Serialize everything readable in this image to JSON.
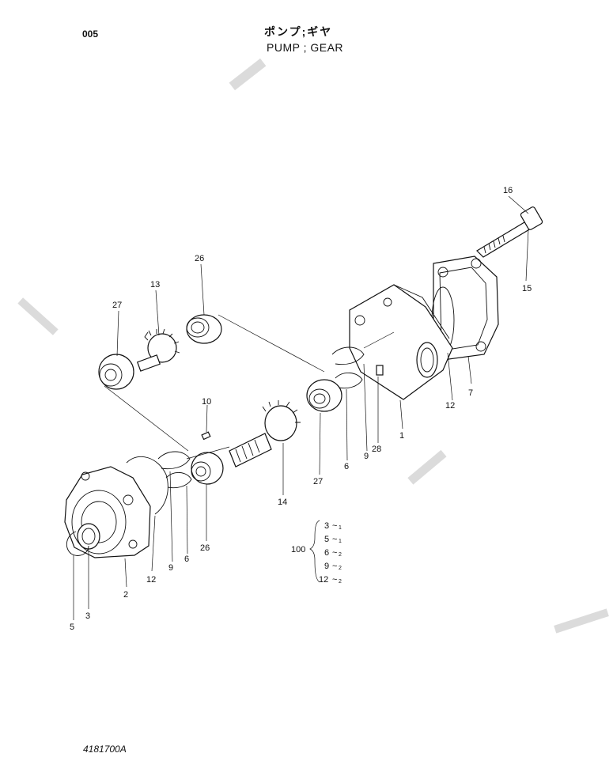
{
  "header": {
    "page_code": "005",
    "title_jp": "ポンプ;ギヤ",
    "title_en": "PUMP ; GEAR"
  },
  "footer": {
    "drawing_number": "4181700A"
  },
  "part_labels": {
    "p1": "1",
    "p2": "2",
    "p3": "3",
    "p5": "5",
    "p6a": "6",
    "p6b": "6",
    "p7": "7",
    "p9a": "9",
    "p9b": "9",
    "p10": "10",
    "p12a": "12",
    "p12b": "12",
    "p13": "13",
    "p14": "14",
    "p15": "15",
    "p16": "16",
    "p26a": "26",
    "p26b": "26",
    "p27a": "27",
    "p27b": "27",
    "p28": "28"
  },
  "kit": {
    "number": "100",
    "items": [
      {
        "part": "3",
        "qty": "1"
      },
      {
        "part": "5",
        "qty": "1"
      },
      {
        "part": "6",
        "qty": "2"
      },
      {
        "part": "9",
        "qty": "2"
      },
      {
        "part": "12",
        "qty": "2"
      }
    ]
  }
}
